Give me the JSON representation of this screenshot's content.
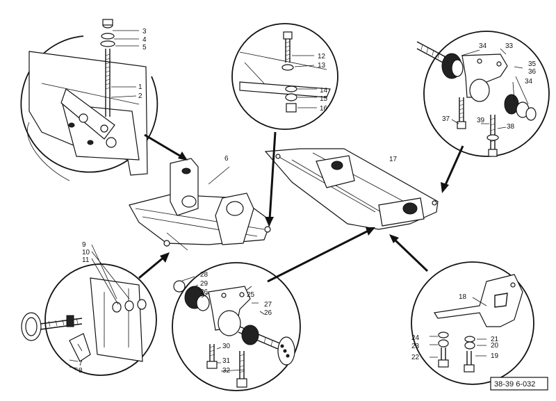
{
  "diagram": {
    "code": "38-39 6-032",
    "callouts": [
      {
        "id": "c1",
        "text": "1"
      },
      {
        "id": "c2",
        "text": "2"
      },
      {
        "id": "c3",
        "text": "3"
      },
      {
        "id": "c4",
        "text": "4"
      },
      {
        "id": "c5",
        "text": "5"
      },
      {
        "id": "c6",
        "text": "6"
      },
      {
        "id": "c7",
        "text": "7"
      },
      {
        "id": "c8",
        "text": "8"
      },
      {
        "id": "c9",
        "text": "9"
      },
      {
        "id": "c10",
        "text": "10"
      },
      {
        "id": "c11",
        "text": "11"
      },
      {
        "id": "c12",
        "text": "12"
      },
      {
        "id": "c13",
        "text": "13"
      },
      {
        "id": "c14",
        "text": "14"
      },
      {
        "id": "c15",
        "text": "15"
      },
      {
        "id": "c16",
        "text": "16"
      },
      {
        "id": "c17",
        "text": "17"
      },
      {
        "id": "c18",
        "text": "18"
      },
      {
        "id": "c19",
        "text": "19"
      },
      {
        "id": "c20",
        "text": "20"
      },
      {
        "id": "c21",
        "text": "21"
      },
      {
        "id": "c22",
        "text": "22"
      },
      {
        "id": "c23",
        "text": "23"
      },
      {
        "id": "c24",
        "text": "24"
      },
      {
        "id": "c25",
        "text": "25"
      },
      {
        "id": "c26a",
        "text": "26"
      },
      {
        "id": "c26b",
        "text": "26"
      },
      {
        "id": "c27",
        "text": "27"
      },
      {
        "id": "c28",
        "text": "28"
      },
      {
        "id": "c29",
        "text": "29"
      },
      {
        "id": "c30",
        "text": "30"
      },
      {
        "id": "c31",
        "text": "31"
      },
      {
        "id": "c32",
        "text": "32"
      },
      {
        "id": "c33",
        "text": "33"
      },
      {
        "id": "c34a",
        "text": "34"
      },
      {
        "id": "c34b",
        "text": "34"
      },
      {
        "id": "c35",
        "text": "35"
      },
      {
        "id": "c36",
        "text": "36"
      },
      {
        "id": "c37",
        "text": "37"
      },
      {
        "id": "c38",
        "text": "38"
      },
      {
        "id": "c39",
        "text": "39"
      }
    ]
  }
}
